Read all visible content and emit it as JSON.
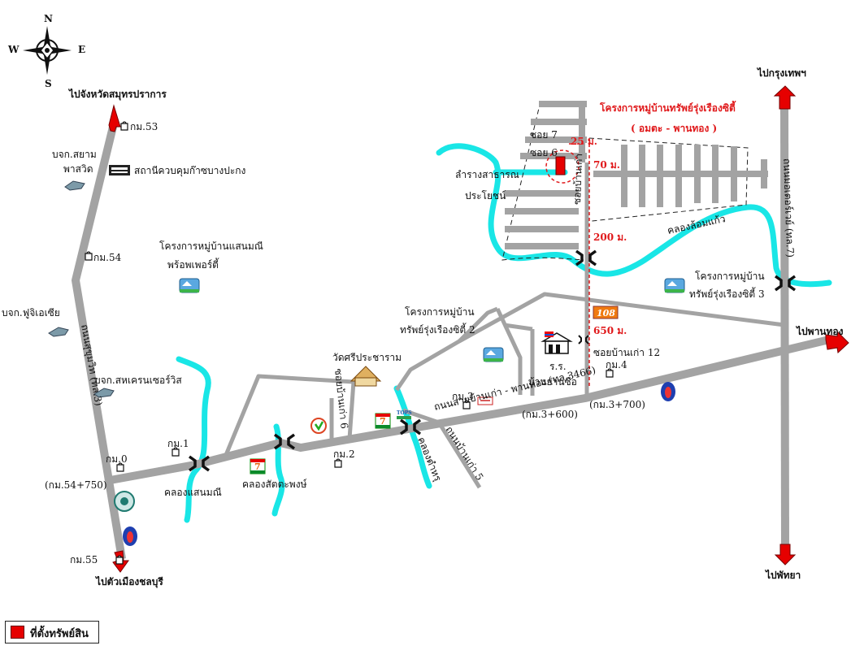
{
  "compass": {
    "n": "N",
    "s": "S",
    "e": "E",
    "w": "W"
  },
  "destinations": {
    "samut_prakan": "ไปจังหวัดสมุทรปราการ",
    "chonburi": "ไปตัวเมืองชลบุรี",
    "bangkok": "ไปกรุงเทพฯ",
    "pattaya": "ไปพัทยา",
    "phanthong": "ไปพานทอง"
  },
  "km_markers": {
    "km53": "กม.53",
    "km54": "กม.54",
    "km55": "กม.55",
    "km0": "กม.0",
    "km1": "กม.1",
    "km2": "กม.2",
    "km3": "กม.3",
    "km4": "กม.4",
    "km54_750": "(กม.54+750)",
    "km3_600": "(กม.3+600)",
    "km3_700": "(กม.3+700)"
  },
  "places": {
    "siam_company": "บจก.สยาม",
    "siam_company_2": "พาสวิด",
    "bang_pakong_station": "สถานีควบคุมก๊าซบางปะกง",
    "project_saenmani_1": "โครงการหมู่บ้านแสนมณี",
    "project_saenmani_2": "พร้อพเพอร์ตี้",
    "fujiseia": "บจก.ฟูจิเอเซีย",
    "sahacrane": "บจก.สหเครนเซอร์วิส",
    "wat_sri_pracharam": "วัดศรีประชาราม",
    "project_rung_2_l1": "โครงการหมู่บ้าน",
    "project_rung_2_l2": "ทรัพย์รุ่งเรืองซิตี้ 2",
    "project_rung_3_l1": "โครงการหมู่บ้าน",
    "project_rung_3_l2": "ทรัพย์รุ่งเรืองซิตี้ 3",
    "public_way_l1": "ลำรางสาธารณ",
    "public_way_l2": "ประโยชน์",
    "school": "ร.ร.",
    "ban_yan_sue": "บ้านย่านซื่อ",
    "soi_ban_kao_12": "ซอยบ้านเก่า 12",
    "soi_7": "ซอย 7",
    "soi_6": "ซอย 6",
    "seven_eleven": "7",
    "store_logo_big": "108",
    "store_logo_small": "TOPS"
  },
  "roads": {
    "sukhumvit": "ถนนสุขุมวิท (ทล.3)",
    "ban_kao_phanthong": "ถนนสายบ้านเก่า - พานทอง (ทล.3466)",
    "ban_kao_5": "ถนนบ้านเก่า 5",
    "ban_kao_6": "ซอยบ้านเก่า 6",
    "soi_12_vertical": "ซอยบ้านเก่า",
    "highway_7": "ถนนมอเตอร์เวย์ (ทล.7)"
  },
  "canals": {
    "saenmani": "คลองแสนมณี",
    "sattaphong": "คลองสัตตะพงษ์",
    "tamru": "คลองตำหรุ",
    "lom_kaew": "คลองล้อมแก้ว"
  },
  "project": {
    "title": "โครงการหมู่บ้านทรัพย์รุ่งเรืองซิตี้",
    "subtitle": "( อมตะ - พานทอง )"
  },
  "distances": {
    "d25": "25 ม.",
    "d70": "70 ม.",
    "d200": "200 ม.",
    "d650": "650 ม."
  },
  "legend": {
    "label": "ที่ตั้งทรัพย์สิน"
  },
  "colors": {
    "road": "#a3a3a3",
    "river": "#19e6e6",
    "marker": "#e60000",
    "red_text": "#e0191b"
  }
}
